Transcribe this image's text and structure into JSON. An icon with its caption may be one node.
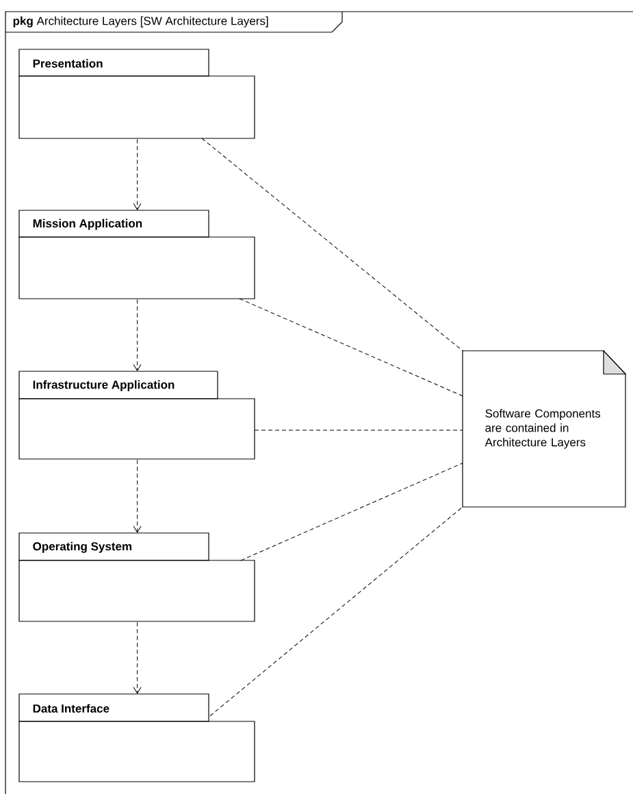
{
  "diagram": {
    "nodes": [
      {
        "text": [
          "**pkg** Architecture Layers [SW Architecture Layers]"
        ]
      },
      {
        "text": [
          "Presentation"
        ],
        "in": 0
      },
      {
        "text": [
          "Mission Application"
        ],
        "in": 0
      },
      {
        "text": [
          "Infrastructure Application"
        ],
        "in": 0
      },
      {
        "text": [
          "Operating System"
        ],
        "in": 0
      },
      {
        "text": [
          "Data Interface"
        ],
        "in": 0
      },
      {
        "text": [
          "Software Components are contained in Architecture Layers"
        ],
        "in": 0
      }
    ],
    "edges": [
      {
        "from": 1,
        "to": 2,
        "arrow": "to",
        "style": "dashed"
      },
      {
        "from": 2,
        "to": 3,
        "arrow": "to",
        "style": "dashed"
      },
      {
        "from": 3,
        "to": 4,
        "arrow": "to",
        "style": "dashed"
      },
      {
        "from": 4,
        "to": 5,
        "arrow": "to",
        "style": "dashed"
      },
      {
        "from": 1,
        "to": 6,
        "arrow": "none",
        "style": "dashed"
      },
      {
        "from": 2,
        "to": 6,
        "arrow": "none",
        "style": "dashed"
      },
      {
        "from": 3,
        "to": 6,
        "arrow": "none",
        "style": "dashed"
      },
      {
        "from": 4,
        "to": 6,
        "arrow": "none",
        "style": "dashed"
      },
      {
        "from": 5,
        "to": 6,
        "arrow": "none",
        "style": "dashed"
      }
    ]
  }
}
